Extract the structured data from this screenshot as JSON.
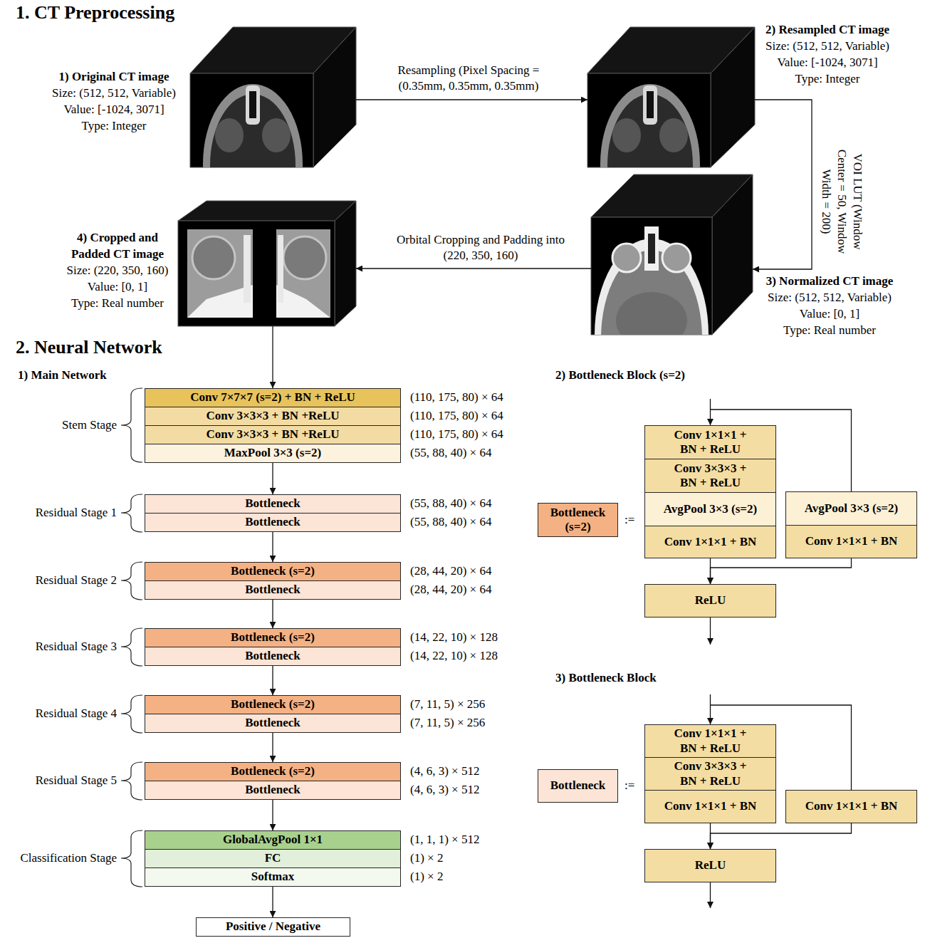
{
  "diagram": {
    "nodes": [
      {
        "text": [
          "1) Original CT image",
          "Size: (512, 512, Variable)",
          "Value: [-1024, 3071]",
          "Type: Integer"
        ]
      },
      {
        "text": [
          "2) Resampled CT image",
          "Size: (512, 512, Variable)",
          "Value: [-1024, 3071]",
          "Type: Integer"
        ]
      },
      {
        "text": [
          "3) Normalized CT image",
          "Size: (512, 512, Variable)",
          "Value: [0, 1]",
          "Type: Real number"
        ]
      },
      {
        "text": [
          "4) Cropped and Padded CT image",
          "Size: (220, 350, 160)",
          "Value: [0, 1]",
          "Type: Real number"
        ]
      },
      {
        "text": [
          "Conv 7×7×7 (s=2) + BN + ReLU"
        ]
      },
      {
        "text": [
          "Conv 3×3×3 + BN +ReLU"
        ]
      },
      {
        "text": [
          "Conv 3×3×3 + BN +ReLU"
        ]
      },
      {
        "text": [
          "MaxPool 3×3 (s=2)"
        ]
      },
      {
        "text": [
          "Bottleneck"
        ]
      },
      {
        "text": [
          "Bottleneck"
        ]
      },
      {
        "text": [
          "Bottleneck (s=2)"
        ]
      },
      {
        "text": [
          "Bottleneck"
        ]
      },
      {
        "text": [
          "Bottleneck (s=2)"
        ]
      },
      {
        "text": [
          "Bottleneck"
        ]
      },
      {
        "text": [
          "Bottleneck (s=2)"
        ]
      },
      {
        "text": [
          "Bottleneck"
        ]
      },
      {
        "text": [
          "Bottleneck (s=2)"
        ]
      },
      {
        "text": [
          "Bottleneck"
        ]
      },
      {
        "text": [
          "GlobalAvgPool 1×1"
        ]
      },
      {
        "text": [
          "FC"
        ]
      },
      {
        "text": [
          "Softmax"
        ]
      },
      {
        "text": [
          "Positive / Negative"
        ]
      },
      {
        "text": [
          "Bottleneck (s=2)"
        ]
      },
      {
        "text": [
          "Conv 1×1×1 + BN + ReLU"
        ]
      },
      {
        "text": [
          "Conv 3×3×3 + BN + ReLU"
        ]
      },
      {
        "text": [
          "AvgPool 3×3 (s=2)"
        ]
      },
      {
        "text": [
          "Conv 1×1×1 + BN"
        ]
      },
      {
        "text": [
          "AvgPool 3×3 (s=2)"
        ]
      },
      {
        "text": [
          "Conv 1×1×1 + BN"
        ]
      },
      {
        "text": [
          "ReLU"
        ]
      },
      {
        "text": [
          "Bottleneck"
        ]
      },
      {
        "text": [
          "Conv 1×1×1 + BN + ReLU"
        ]
      },
      {
        "text": [
          "Conv 3×3×3 + BN + ReLU"
        ]
      },
      {
        "text": [
          "Conv 1×1×1 + BN"
        ]
      },
      {
        "text": [
          "Conv 1×1×1 + BN"
        ]
      },
      {
        "text": [
          "ReLU"
        ]
      }
    ],
    "edges": [
      {
        "from": 0,
        "to": 1,
        "arrow": "to",
        "label": "Resampling (Pixel Spacing = (0.35mm, 0.35mm, 0.35mm)"
      },
      {
        "from": 1,
        "to": 2,
        "arrow": "to",
        "label": "VOI LUT (Window Center = 50, Window Width = 200)"
      },
      {
        "from": 2,
        "to": 3,
        "arrow": "to",
        "label": "Orbital Cropping and Padding into (220, 350, 160)"
      },
      {
        "from": 3,
        "to": 4,
        "arrow": "to"
      },
      {
        "from": 7,
        "to": 8,
        "arrow": "to"
      },
      {
        "from": 9,
        "to": 10,
        "arrow": "to"
      },
      {
        "from": 11,
        "to": 12,
        "arrow": "to"
      },
      {
        "from": 13,
        "to": 14,
        "arrow": "to"
      },
      {
        "from": 15,
        "to": 16,
        "arrow": "to"
      },
      {
        "from": 17,
        "to": 18,
        "arrow": "to"
      },
      {
        "from": 20,
        "to": 21,
        "arrow": "to"
      },
      {
        "from": 26,
        "to": 29,
        "arrow": "to"
      },
      {
        "from": 28,
        "to": 29,
        "arrow": "to"
      },
      {
        "from": 33,
        "to": 35,
        "arrow": "to"
      },
      {
        "from": 34,
        "to": 35,
        "arrow": "to"
      }
    ],
    "labels": [
      "1. CT Preprocessing",
      "2. Neural Network",
      "1) Main Network",
      "Stem Stage",
      "(110, 175, 80) × 64",
      "(110, 175, 80) × 64",
      "(110, 175, 80) × 64",
      "(55, 88, 40) × 64",
      "Residual Stage 1",
      "(55, 88, 40) × 64",
      "(55, 88, 40) × 64",
      "Residual Stage 2",
      "(28, 44, 20) × 64",
      "(28, 44, 20) × 64",
      "Residual Stage 3",
      "(14, 22, 10) × 128",
      "(14, 22, 10) × 128",
      "Residual Stage 4",
      "(7, 11, 5) × 256",
      "(7, 11, 5) × 256",
      "Residual Stage 5",
      "(4, 6, 3) × 512",
      "(4, 6, 3) × 512",
      "Classification Stage",
      "(1, 1, 1) × 512",
      "(1) × 2",
      "(1) × 2",
      "2) Bottleneck Block (s=2)",
      ":=",
      "3) Bottleneck Block",
      ":="
    ]
  }
}
